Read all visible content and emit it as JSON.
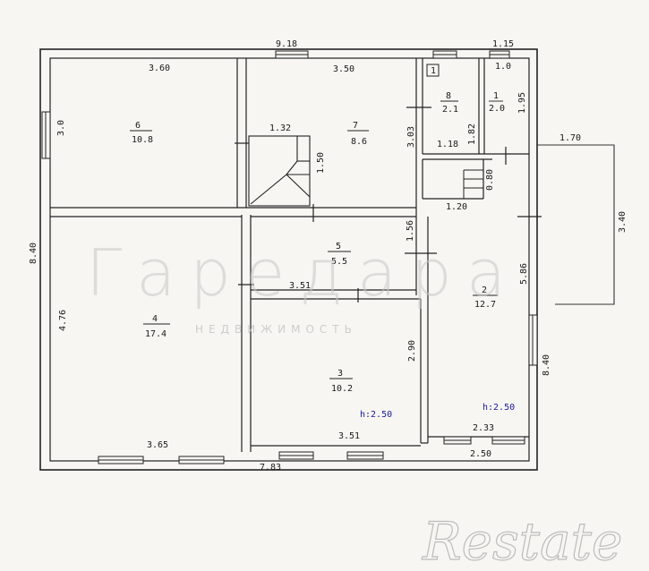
{
  "plan": {
    "rooms": [
      {
        "id": "6",
        "number": "6",
        "area": "10.8"
      },
      {
        "id": "7",
        "number": "7",
        "area": "8.6"
      },
      {
        "id": "8",
        "number": "8",
        "area": "2.1"
      },
      {
        "id": "1",
        "number": "1",
        "area": "2.0"
      },
      {
        "id": "5",
        "number": "5",
        "area": "5.5"
      },
      {
        "id": "4",
        "number": "4",
        "area": "17.4"
      },
      {
        "id": "3",
        "number": "3",
        "area": "10.2"
      },
      {
        "id": "2",
        "number": "2",
        "area": "12.7"
      }
    ],
    "dimensions": {
      "top_total": "9.18",
      "top_right": "1.15",
      "left_total": "8.40",
      "right_total": "8.40",
      "bottom_left": "7.83",
      "bottom_right": "2.50",
      "r6_width": "3.60",
      "r6_height": "3.0",
      "r7_width": "3.50",
      "r7_height": "3.03",
      "stair_width": "1.32",
      "stair_height": "1.50",
      "r8_width": "1.18",
      "r8_height": "1.82",
      "r1_width": "1.0",
      "r1_height": "1.95",
      "porch_width": "1.70",
      "porch_height": "3.40",
      "hall_step": "0.80",
      "hall_width": "1.20",
      "r5_width": "3.51",
      "r5_height": "1.56",
      "r4_height": "4.76",
      "r4_width": "3.65",
      "r3_height": "2.90",
      "r3_width": "3.51",
      "r2_height": "5.86",
      "r2_width": "2.33"
    },
    "ceiling_labels": {
      "room3": "h:2.50",
      "room2": "h:2.50"
    },
    "small_mark": "1"
  },
  "watermarks": {
    "agency": "Гаредара",
    "agency_sub": "НЕДВИЖИМОСТЬ",
    "logo": "Restate"
  }
}
